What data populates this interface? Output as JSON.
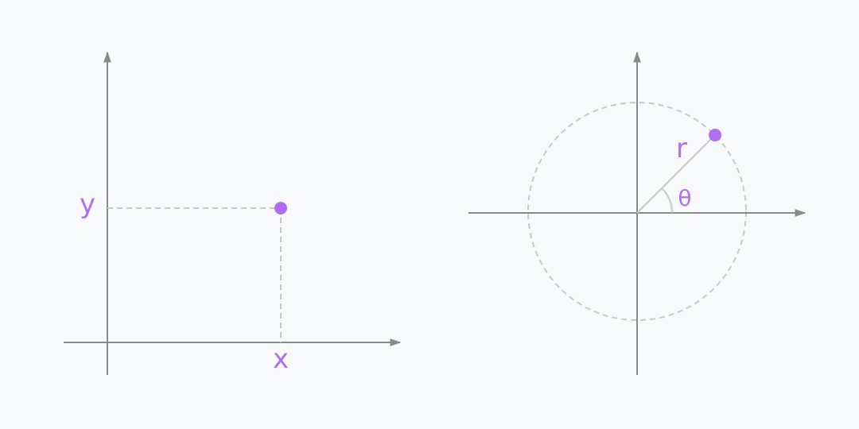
{
  "colors": {
    "background": "#f8f9fa",
    "axis": "#8a8a8a",
    "guide": "#c8c8c8",
    "accent": "#b06ff0"
  },
  "cartesian": {
    "x_label": "x",
    "y_label": "y"
  },
  "polar": {
    "r_label": "r",
    "theta_label": "θ"
  }
}
